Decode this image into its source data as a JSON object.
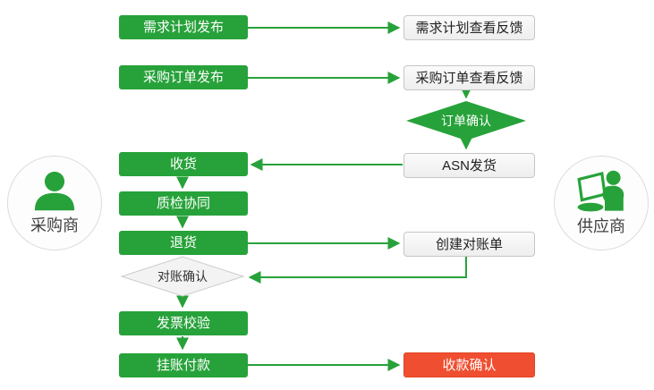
{
  "actors": {
    "buyer": {
      "label": "采购商",
      "icon": "person-icon"
    },
    "supplier": {
      "label": "供应商",
      "icon": "person-at-computer-icon"
    }
  },
  "nodes": {
    "demand_plan_publish": {
      "label": "需求计划发布",
      "style": "green-box"
    },
    "po_publish": {
      "label": "采购订单发布",
      "style": "green-box"
    },
    "receive_goods": {
      "label": "收货",
      "style": "green-box"
    },
    "quality_collaboration": {
      "label": "质检协同",
      "style": "green-box"
    },
    "return_goods": {
      "label": "退货",
      "style": "green-box"
    },
    "invoice_verification": {
      "label": "发票校验",
      "style": "green-box"
    },
    "payment_on_account": {
      "label": "挂账付款",
      "style": "green-box"
    },
    "demand_plan_feedback": {
      "label": "需求计划查看反馈",
      "style": "white-box"
    },
    "po_feedback": {
      "label": "采购订单查看反馈",
      "style": "white-box"
    },
    "order_confirmation": {
      "label": "订单确认",
      "style": "green-diamond"
    },
    "asn_shipping": {
      "label": "ASN发货",
      "style": "white-box"
    },
    "create_statement": {
      "label": "创建对账单",
      "style": "white-box"
    },
    "statement_confirmation": {
      "label": "对账确认",
      "style": "gray-diamond"
    },
    "payment_receipt_confirmation": {
      "label": "收款确认",
      "style": "red-box"
    }
  },
  "edges": [
    {
      "from": "demand_plan_publish",
      "to": "demand_plan_feedback"
    },
    {
      "from": "po_publish",
      "to": "po_feedback"
    },
    {
      "from": "po_feedback",
      "to": "order_confirmation"
    },
    {
      "from": "order_confirmation",
      "to": "asn_shipping"
    },
    {
      "from": "asn_shipping",
      "to": "receive_goods"
    },
    {
      "from": "receive_goods",
      "to": "quality_collaboration"
    },
    {
      "from": "quality_collaboration",
      "to": "return_goods"
    },
    {
      "from": "return_goods",
      "to": "create_statement"
    },
    {
      "from": "create_statement",
      "to": "statement_confirmation"
    },
    {
      "from": "statement_confirmation",
      "to": "invoice_verification"
    },
    {
      "from": "invoice_verification",
      "to": "payment_on_account"
    },
    {
      "from": "payment_on_account",
      "to": "payment_receipt_confirmation"
    }
  ],
  "colors": {
    "process_green": "#27a23a",
    "highlight_red": "#f04e30",
    "white_box_border": "#c6c6c6",
    "gray_diamond_fill": "#f3f3f3",
    "text_dark": "#1f1f1f"
  }
}
